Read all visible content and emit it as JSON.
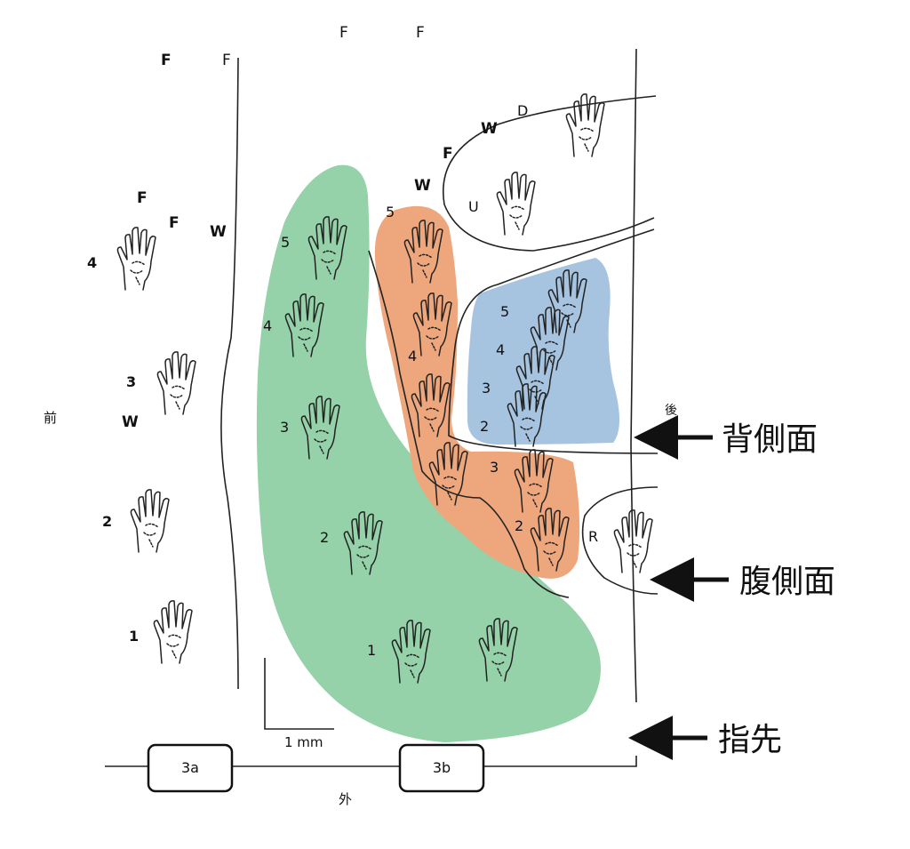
{
  "colors": {
    "green_region": "#95d1a9",
    "orange_region": "#eea77c",
    "blue_region": "#a6c4e0",
    "line": "#222222",
    "background": "#ffffff"
  },
  "top_labels": {
    "f1": "F",
    "f2": "F",
    "f3": "F",
    "f4": "F"
  },
  "left_column": {
    "f_a": "F",
    "f_b": "F",
    "w_a": "W",
    "w_b": "W",
    "digit_4": "4",
    "digit_3": "3",
    "digit_2": "2",
    "digit_1": "1",
    "anterior": "前"
  },
  "green_area": {
    "d5": "5",
    "d4": "4",
    "d3": "3",
    "d2": "2",
    "d1": "1"
  },
  "orange_area": {
    "d5": "5",
    "d4": "4",
    "d3": "3",
    "d2": "2"
  },
  "blue_area": {
    "d5": "5",
    "d4": "4",
    "d3": "3",
    "d2": "2"
  },
  "right_labels": {
    "w1": "W",
    "f": "F",
    "w2": "W",
    "d": "D",
    "u": "U",
    "r": "R",
    "posterior": "後"
  },
  "scale_bar": {
    "label": "1 mm"
  },
  "bottom": {
    "box_3a": "3a",
    "box_3b": "3b",
    "lateral": "外"
  },
  "annotations": {
    "dorsal": "背側面",
    "ventral": "腹側面",
    "fingertip": "指先"
  },
  "icons": [
    "hand-icon",
    "arrow-left-icon"
  ]
}
